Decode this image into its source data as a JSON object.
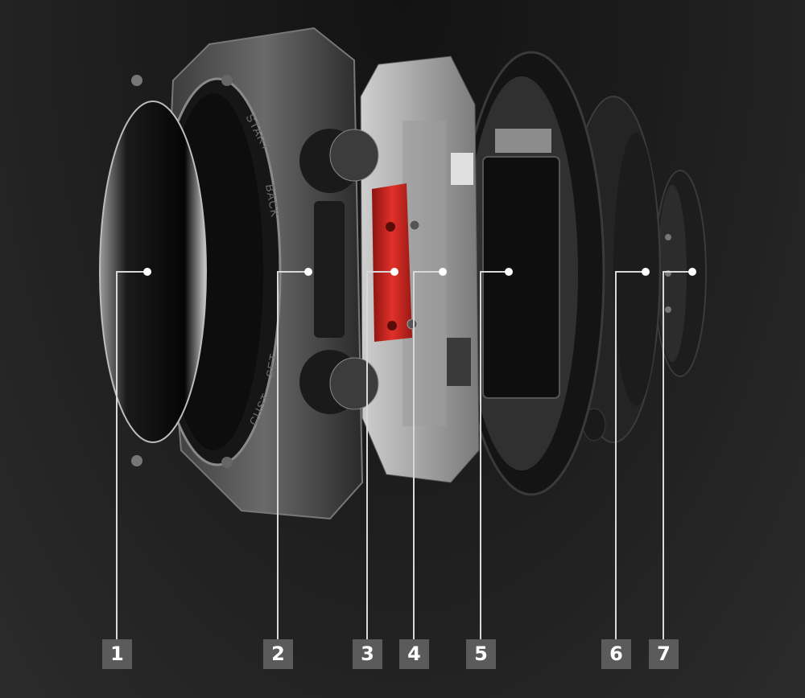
{
  "case_button_labels": [
    "START",
    "BACK",
    "SET",
    "CUST"
  ],
  "callouts": [
    {
      "number": "1"
    },
    {
      "number": "2"
    },
    {
      "number": "3"
    },
    {
      "number": "4"
    },
    {
      "number": "5"
    },
    {
      "number": "6"
    },
    {
      "number": "7"
    }
  ],
  "colors": {
    "accent": "#d0261f",
    "callout_box": "#5b5b5b",
    "leader_line": "#d8d8d8"
  }
}
